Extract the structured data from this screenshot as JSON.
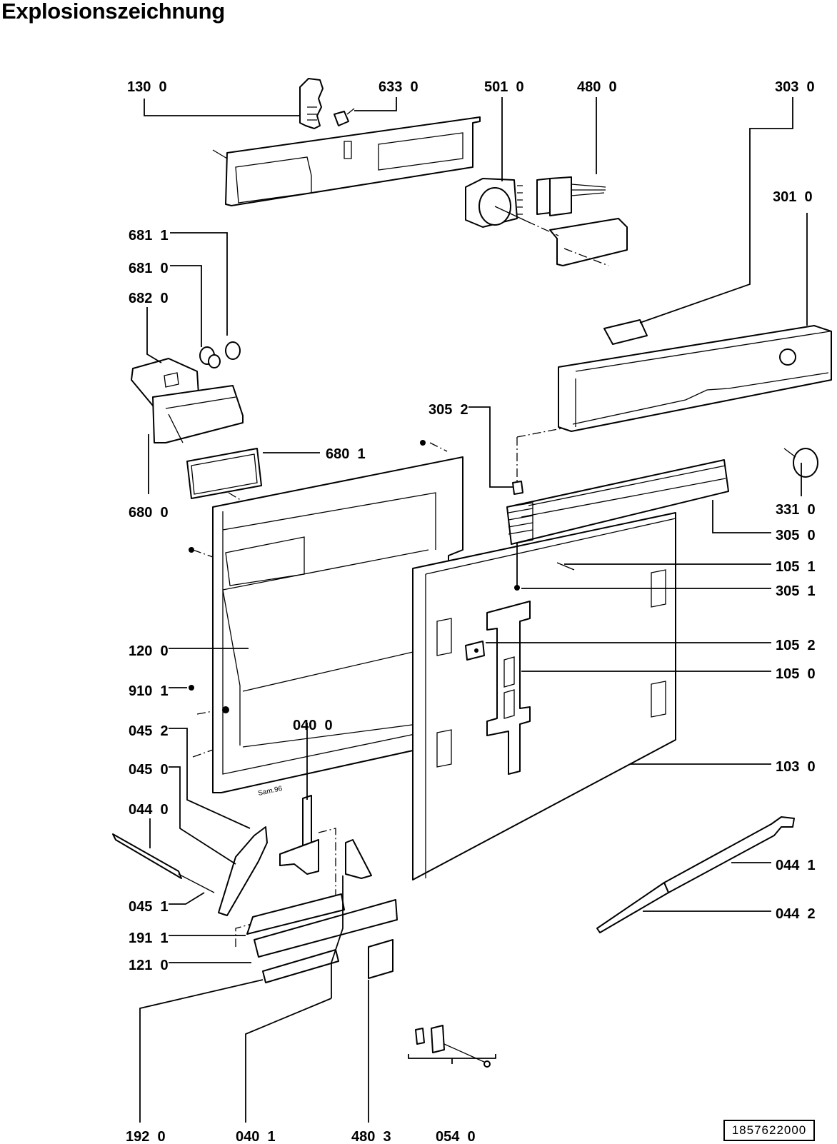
{
  "title": "Explosionszeichnung",
  "document_number": "1857622000",
  "annotation": "Sam.96",
  "callouts": {
    "p130_0": "130  0",
    "p633_0": "633  0",
    "p501_0": "501  0",
    "p480_0": "480  0",
    "p303_0": "303  0",
    "p301_0": "301  0",
    "p681_1": "681  1",
    "p681_0": "681  0",
    "p682_0": "682  0",
    "p680_1": "680  1",
    "p680_0": "680  0",
    "p305_2": "305  2",
    "p331_0": "331  0",
    "p305_0": "305  0",
    "p105_1": "105  1",
    "p305_1": "305  1",
    "p105_2": "105  2",
    "p105_0": "105  0",
    "p103_0": "103  0",
    "p120_0": "120  0",
    "p910_1": "910  1",
    "p040_0": "040  0",
    "p045_2": "045  2",
    "p045_0": "045  0",
    "p044_0": "044  0",
    "p045_1": "045  1",
    "p191_1": "191  1",
    "p121_0": "121  0",
    "p044_1": "044  1",
    "p044_2": "044  2",
    "p192_0": "192  0",
    "p040_1": "040  1",
    "p480_3": "480  3",
    "p054_0": "054  0"
  }
}
